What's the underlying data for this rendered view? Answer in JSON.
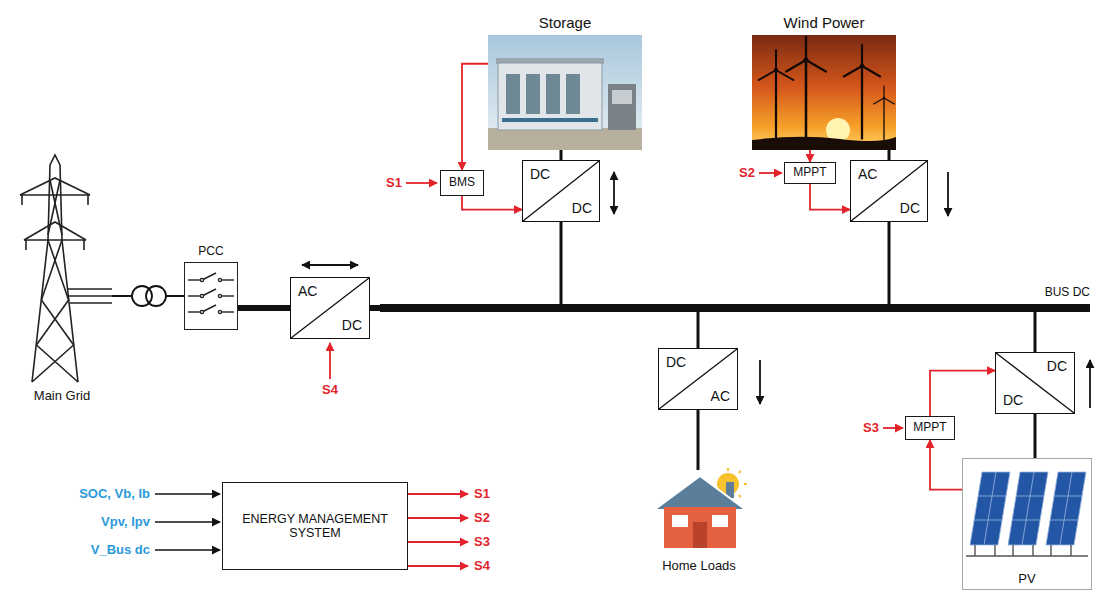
{
  "diagram": {
    "nodes": [
      {
        "text": [
          "Storage"
        ]
      },
      {
        "text": [
          "Wind Power"
        ]
      },
      {
        "text": [
          "BMS"
        ]
      },
      {
        "text": [
          "MPPT"
        ]
      },
      {
        "text": [
          "DC",
          "DC"
        ]
      },
      {
        "text": [
          "AC",
          "DC"
        ]
      },
      {
        "text": [
          "PCC"
        ]
      },
      {
        "text": [
          "AC",
          "DC"
        ]
      },
      {
        "text": [
          "BUS DC"
        ]
      },
      {
        "text": [
          "Main Grid"
        ]
      },
      {
        "text": [
          "DC",
          "AC"
        ]
      },
      {
        "text": [
          "DC",
          "DC"
        ]
      },
      {
        "text": [
          "MPPT"
        ]
      },
      {
        "text": [
          "ENERGY MANAGEMENT SYSTEM"
        ]
      },
      {
        "text": [
          "Home Loads"
        ]
      },
      {
        "text": [
          "PV"
        ]
      }
    ],
    "edges": [
      {
        "from": 0,
        "to": 2,
        "arrow": "to"
      },
      {
        "from": 2,
        "to": 4,
        "arrow": "to"
      },
      {
        "from": 0,
        "to": 4,
        "arrow": "none"
      },
      {
        "from": 4,
        "to": 8,
        "arrow": "none"
      },
      {
        "from": 1,
        "to": 3,
        "arrow": "to"
      },
      {
        "from": 3,
        "to": 5,
        "arrow": "to"
      },
      {
        "from": 1,
        "to": 5,
        "arrow": "none"
      },
      {
        "from": 5,
        "to": 8,
        "arrow": "none"
      },
      {
        "from": 9,
        "to": 6,
        "arrow": "none"
      },
      {
        "from": 6,
        "to": 7,
        "arrow": "none"
      },
      {
        "from": 7,
        "to": 8,
        "arrow": "none"
      },
      {
        "from": 8,
        "to": 10,
        "arrow": "none"
      },
      {
        "from": 10,
        "to": 14,
        "arrow": "none"
      },
      {
        "from": 8,
        "to": 11,
        "arrow": "none"
      },
      {
        "from": 15,
        "to": 11,
        "arrow": "none"
      },
      {
        "from": 15,
        "to": 12,
        "arrow": "to"
      },
      {
        "from": 12,
        "to": 11,
        "arrow": "to"
      }
    ],
    "labels": [
      "S1",
      "S2",
      "S4",
      "S3",
      "SOC, Vb, Ib",
      "Vpv, Ipv",
      "V_Bus dc",
      "S1",
      "S2",
      "S3",
      "S4"
    ]
  }
}
